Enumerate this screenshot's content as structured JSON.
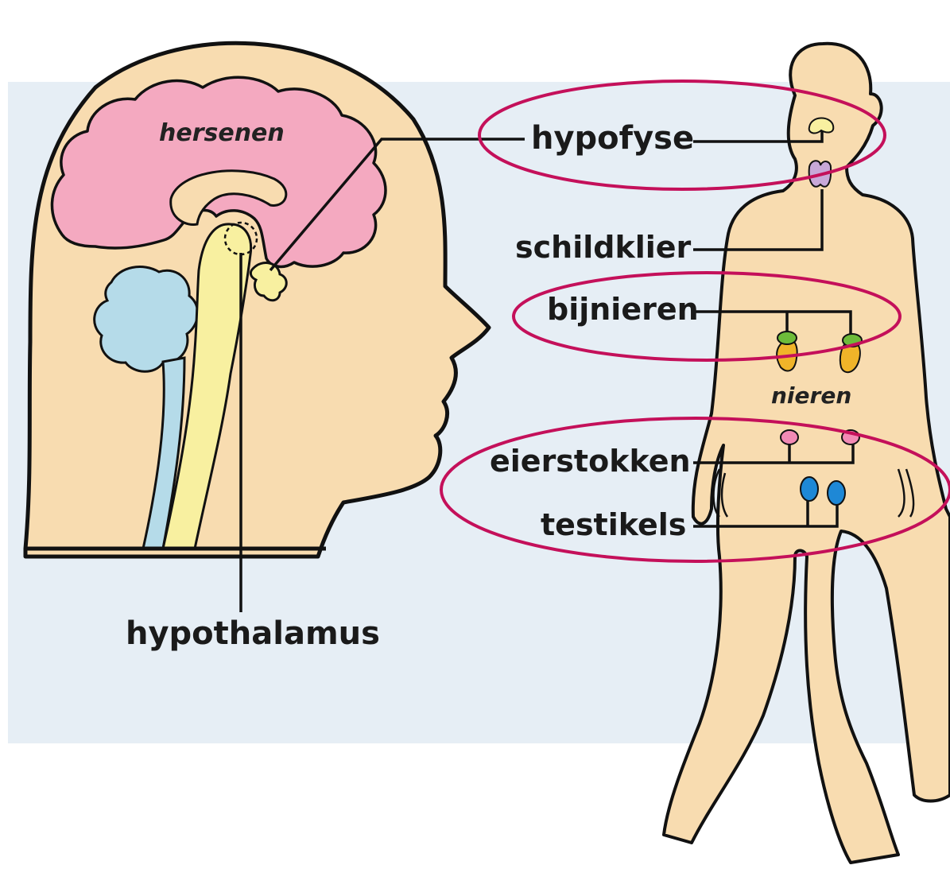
{
  "labels": {
    "hersenen": "hersenen",
    "hypofyse": "hypofyse",
    "schildklier": "schildklier",
    "bijnieren": "bijnieren",
    "nieren": "nieren",
    "eierstokken": "eierstokken",
    "testikels": "testikels",
    "hypothalamus": "hypothalamus"
  },
  "colors": {
    "background_band": "#e6eef5",
    "skin": "#f8dcb0",
    "brain": "#f4a9c0",
    "cerebellum": "#b5dbe9",
    "brainstem": "#f8f0a0",
    "pituitary": "#f8f0a0",
    "thyroid": "#c8a8d8",
    "adrenal": "#6dbb3a",
    "kidney": "#f0b429",
    "ovary": "#f28ab5",
    "testis": "#1e88d6",
    "highlight_ellipse": "#c4105a",
    "outline": "#111111"
  }
}
